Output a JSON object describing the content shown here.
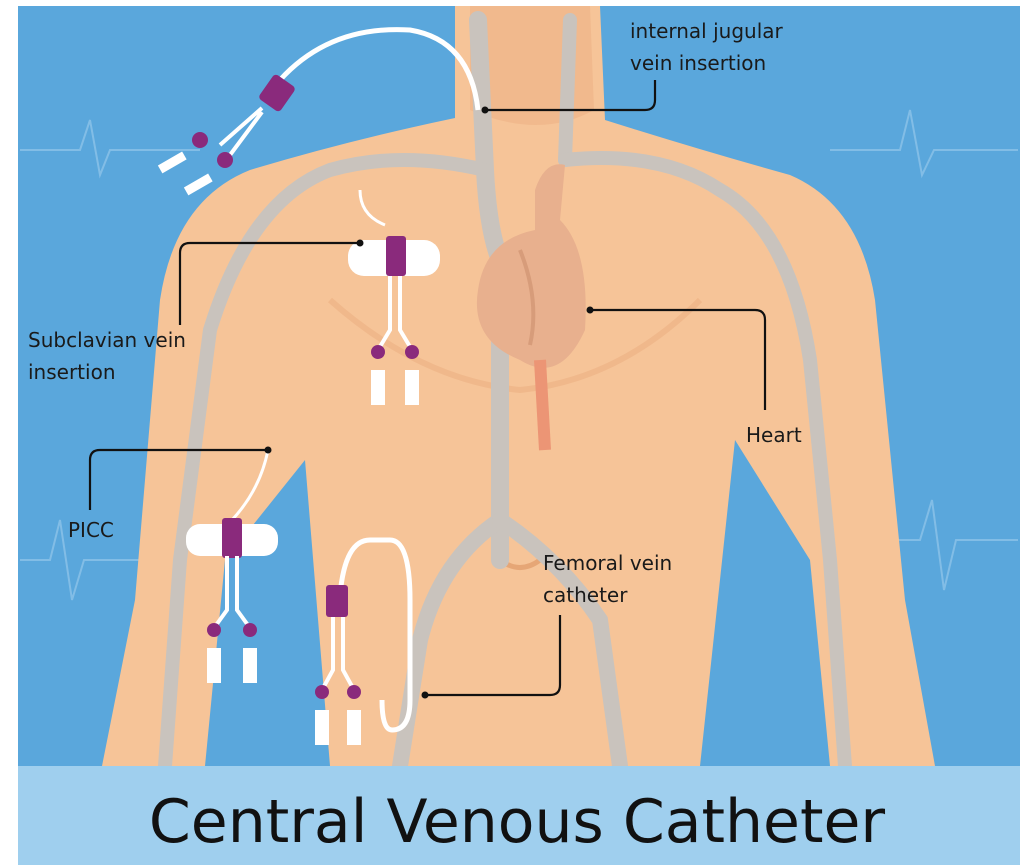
{
  "title": "Central Venous Catheter",
  "labels": {
    "internal_jugular": [
      "internal jugular",
      "vein insertion"
    ],
    "subclavian": [
      "Subclavian vein",
      "insertion"
    ],
    "picc": "PICC",
    "heart": "Heart",
    "femoral": [
      "Femoral vein",
      "catheter"
    ]
  },
  "colors": {
    "background_blue": "#5aa7dc",
    "title_band": "#9fcfee",
    "skin": "#f6c498",
    "skin_shadow": "#eeb386",
    "vein": "#c9c3bd",
    "heart": "#e8b08e",
    "aorta": "#ec9575",
    "catheter_hub": "#8a2a7c",
    "tube": "#ffffff"
  }
}
